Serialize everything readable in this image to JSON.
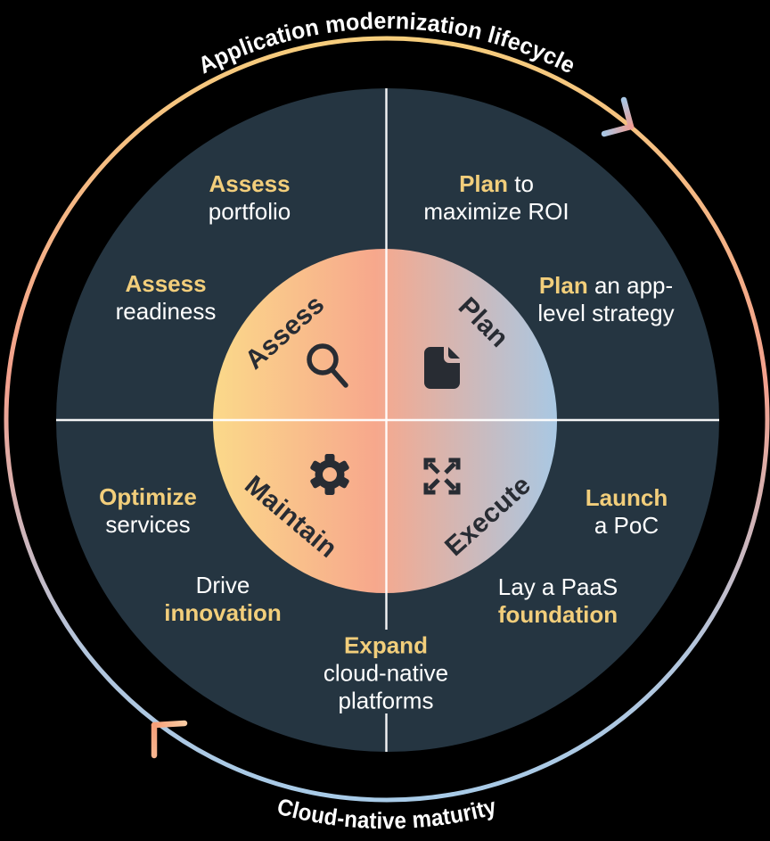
{
  "titles": {
    "top": "Application modernization lifecycle",
    "bottom": "Cloud-native maturity"
  },
  "center": {
    "assess": {
      "label": "Assess",
      "icon": "search-icon"
    },
    "plan": {
      "label": "Plan",
      "icon": "document-icon"
    },
    "execute": {
      "label": "Execute",
      "icon": "expand-icon"
    },
    "maintain": {
      "label": "Maintain",
      "icon": "gear-icon"
    }
  },
  "callouts": {
    "assess_portfolio": {
      "line1_accent": "Assess",
      "line2_plain": "portfolio"
    },
    "plan_roi": {
      "line1_accent": "Plan",
      "line1_plain": " to",
      "line2_plain": "maximize ROI"
    },
    "assess_readiness": {
      "line1_accent": "Assess",
      "line2_plain": "readiness"
    },
    "plan_app": {
      "line1_accent": "Plan",
      "line1_plain": " an app-",
      "line2_plain": "level strategy"
    },
    "optimize_services": {
      "line1_accent": "Optimize",
      "line2_plain": "services"
    },
    "launch_poc": {
      "line1_accent": "Launch",
      "line2_plain": "a PoC"
    },
    "drive_innovation": {
      "line1_plain": "Drive",
      "line2_accent": "innovation"
    },
    "paas_foundation": {
      "line1_plain": "Lay a PaaS",
      "line2_accent": "foundation"
    },
    "expand_platforms": {
      "line1_accent": "Expand",
      "line2_plain": "cloud-native",
      "line3_plain": "platforms"
    }
  },
  "colors": {
    "accent_yellow": "#F2CE7B",
    "text_white": "#FFFFFF",
    "dark_circle": "#253541",
    "icon_dark": "#282C33",
    "ring_gradient": [
      "#F6CD7C",
      "#F3A08D",
      "#A8CBE8"
    ],
    "center_gradient": [
      "#FBD98A",
      "#F7A88C",
      "#A9C8E3"
    ]
  }
}
